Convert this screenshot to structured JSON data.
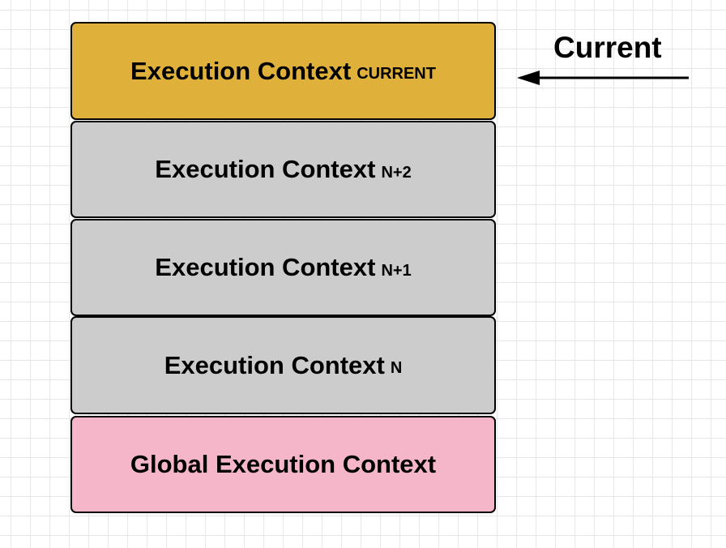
{
  "colors": {
    "current": "#dfb03a",
    "stack": "#cccccc",
    "global": "#f4b6c8",
    "border": "#000000"
  },
  "stack": [
    {
      "main": "Execution Context",
      "sub": "CURRENT",
      "color_key": "current"
    },
    {
      "main": "Execution Context",
      "sub": "N+2",
      "color_key": "stack"
    },
    {
      "main": "Execution Context",
      "sub": "N+1",
      "color_key": "stack"
    },
    {
      "main": "Execution Context",
      "sub": "N",
      "color_key": "stack"
    },
    {
      "main": "Global Execution Context",
      "sub": "",
      "color_key": "global"
    }
  ],
  "pointer": {
    "label": "Current",
    "icon": "arrow-left-icon"
  }
}
